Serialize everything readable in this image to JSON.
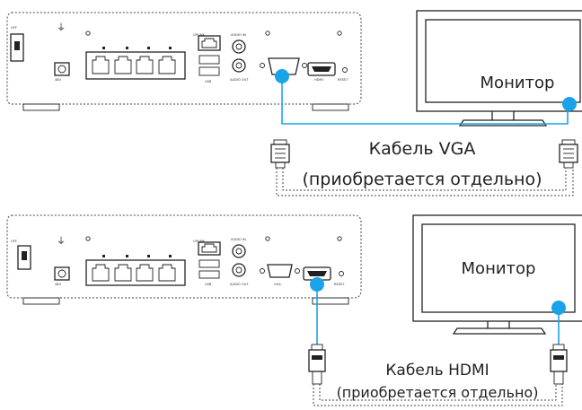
{
  "colors": {
    "accent": "#1aa3e8",
    "line": "#222222"
  },
  "panel_top": {
    "cable_type": "VGA",
    "monitor_label": "Монитор",
    "cable_label_line1": "Кабель VGA",
    "cable_label_line2": "(приобретается отдельно)",
    "device": {
      "off_label": "OFF",
      "power_label": "48V",
      "uplink_label": "UPLINK",
      "usb_label": "USB",
      "audio_in_label": "AUDIO IN",
      "audio_out_label": "AUDIO OUT",
      "hdmi_label": "HDMI",
      "reset_label": "RESET"
    }
  },
  "panel_bottom": {
    "cable_type": "HDMI",
    "monitor_label": "Монитор",
    "cable_label_line1": "Кабель HDMI",
    "cable_label_line2": "(приобретается отдельно)",
    "device": {
      "off_label": "OFF",
      "power_label": "48V",
      "uplink_label": "UPLINK",
      "usb_label": "USB",
      "audio_in_label": "AUDIO IN",
      "audio_out_label": "AUDIO OUT",
      "vga_label": "VGA",
      "hdmi_label": "HDMI",
      "reset_label": "RESET"
    }
  }
}
